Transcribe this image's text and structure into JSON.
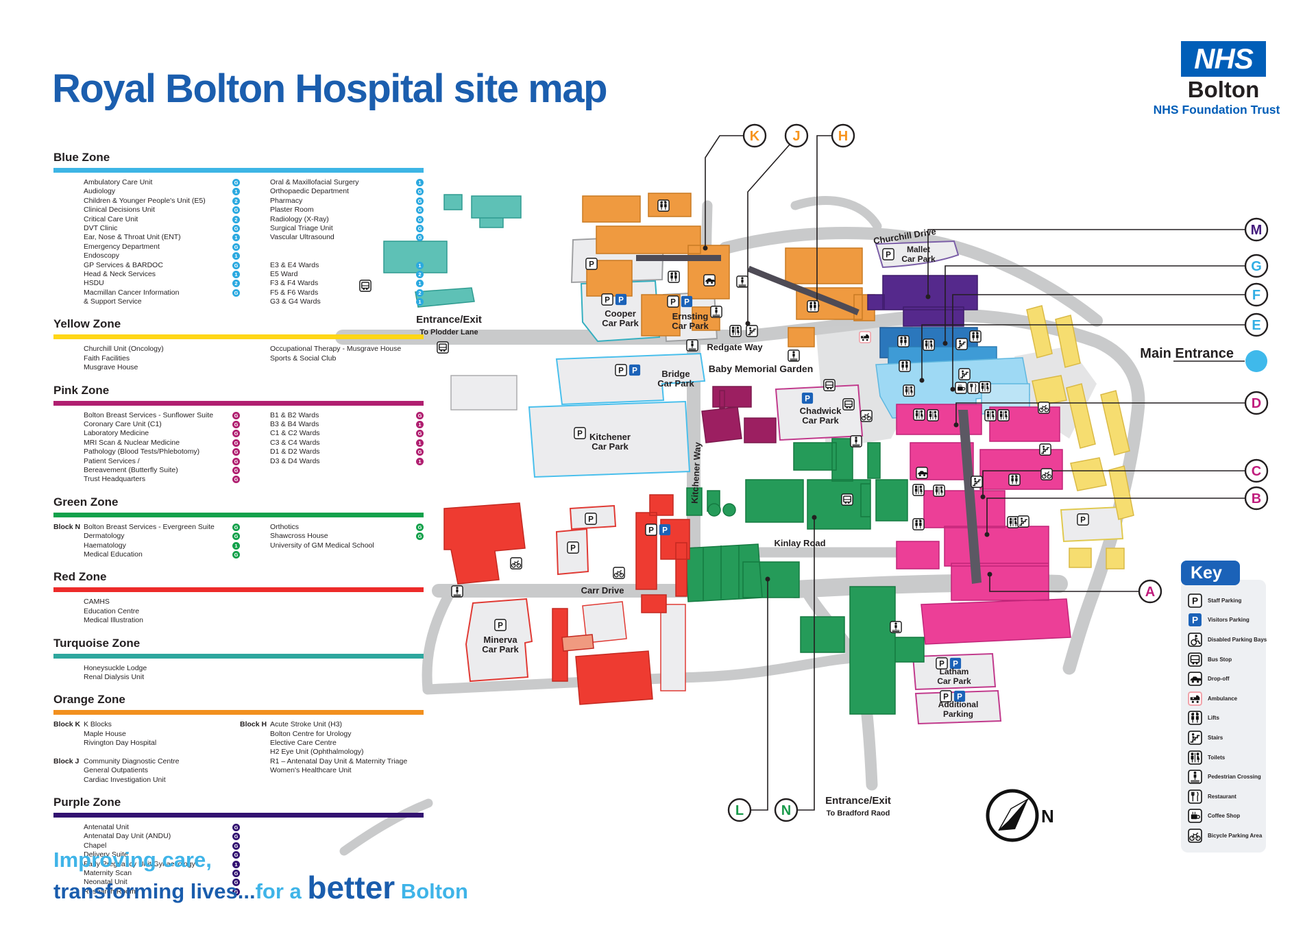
{
  "header": {
    "title": "Royal Bolton Hospital site map"
  },
  "brand": {
    "nhs": "NHS",
    "org": "Bolton",
    "trust": "NHS Foundation Trust"
  },
  "zones": [
    {
      "name": "Blue Zone",
      "color": "#3DB5E5",
      "badge_color": "#2BA9E0",
      "col1": [
        {
          "label": "Ambulatory Care Unit",
          "floor": "G"
        },
        {
          "label": "Audiology",
          "floor": "1"
        },
        {
          "label": "Children & Younger People's Unit (E5)",
          "floor": "2"
        },
        {
          "label": "Clinical Decisions Unit",
          "floor": "G"
        },
        {
          "label": "Critical Care Unit",
          "floor": "2"
        },
        {
          "label": "DVT Clinic",
          "floor": "G"
        },
        {
          "label": "Ear, Nose & Throat Unit (ENT)",
          "floor": "1"
        },
        {
          "label": "Emergency Department",
          "floor": "G"
        },
        {
          "label": "Endoscopy",
          "floor": "1"
        },
        {
          "label": "GP Services & BARDOC",
          "floor": "G"
        },
        {
          "label": "Head & Neck Services",
          "floor": "1"
        },
        {
          "label": "HSDU",
          "floor": "2"
        },
        {
          "label": "Macmillan Cancer Information",
          "floor": "G"
        },
        {
          "label": "& Support Service"
        }
      ],
      "col2": [
        {
          "label": "Oral & Maxillofacial Surgery",
          "floor": "1"
        },
        {
          "label": "Orthopaedic Department",
          "floor": "G"
        },
        {
          "label": "Pharmacy",
          "floor": "G"
        },
        {
          "label": "Plaster Room",
          "floor": "G"
        },
        {
          "label": "Radiology (X-Ray)",
          "floor": "G"
        },
        {
          "label": "Surgical Triage Unit",
          "floor": "G"
        },
        {
          "label": "Vascular Ultrasound",
          "floor": "G"
        },
        {
          "spacer": true
        },
        {
          "spacer": true
        },
        {
          "label": "E3 & E4 Wards",
          "floor": "1"
        },
        {
          "label": "E5 Ward",
          "floor": "2"
        },
        {
          "label": "F3 & F4 Wards",
          "floor": "1"
        },
        {
          "label": "F5 & F6 Wards",
          "floor": "2"
        },
        {
          "label": "G3 & G4 Wards",
          "floor": "1"
        }
      ]
    },
    {
      "name": "Yellow Zone",
      "color": "#FFD616",
      "badge_color": "#C9A900",
      "col1": [
        {
          "label": "Churchill Unit (Oncology)"
        },
        {
          "label": "Faith Facilities"
        },
        {
          "label": "Musgrave House"
        }
      ],
      "col2": [
        {
          "label": "Occupational Therapy - Musgrave House"
        },
        {
          "label": "Sports & Social Club"
        }
      ]
    },
    {
      "name": "Pink Zone",
      "color": "#B01F70",
      "badge_color": "#B01F70",
      "col1": [
        {
          "label": "Bolton Breast Services - Sunflower Suite",
          "floor": "G"
        },
        {
          "label": "Coronary Care Unit (C1)",
          "floor": "G"
        },
        {
          "label": "Laboratory Medicine",
          "floor": "G"
        },
        {
          "label": "MRI Scan & Nuclear Medicine",
          "floor": "G"
        },
        {
          "label": "Pathology (Blood Tests/Phlebotomy)",
          "floor": "G"
        },
        {
          "label": "Patient Services /",
          "floor": "G"
        },
        {
          "label": "Bereavement (Butterfly Suite)",
          "floor": "G"
        },
        {
          "label": "Trust Headquarters",
          "floor": "G"
        }
      ],
      "col2": [
        {
          "label": "B1 & B2 Wards",
          "floor": "G"
        },
        {
          "label": "B3 & B4 Wards",
          "floor": "1"
        },
        {
          "label": "C1 & C2 Wards",
          "floor": "G"
        },
        {
          "label": "C3 & C4 Wards",
          "floor": "1"
        },
        {
          "label": "D1 & D2 Wards",
          "floor": "G"
        },
        {
          "label": "D3 & D4 Wards",
          "floor": "1"
        }
      ]
    },
    {
      "name": "Green Zone",
      "color": "#12A14B",
      "badge_color": "#12A14B",
      "col1": [
        {
          "block": "Block N",
          "label": "Bolton Breast Services - Evergreen Suite",
          "floor": "G"
        },
        {
          "label": "Dermatology",
          "floor": "G"
        },
        {
          "label": "Haematology",
          "floor": "1"
        },
        {
          "label": "Medical Education",
          "floor": "G"
        }
      ],
      "col2": [
        {
          "label": "Orthotics",
          "floor": "G"
        },
        {
          "label": "Shawcross House",
          "floor": "G"
        },
        {
          "label": "University of GM Medical School"
        }
      ]
    },
    {
      "name": "Red Zone",
      "color": "#ED2B2A",
      "badge_color": "#ED2B2A",
      "col1": [
        {
          "label": "CAMHS"
        },
        {
          "label": "Education Centre"
        },
        {
          "label": "Medical Illustration"
        }
      ],
      "col2": []
    },
    {
      "name": "Turquoise Zone",
      "color": "#2EA79E",
      "badge_color": "#2EA79E",
      "col1": [
        {
          "label": "Honeysuckle Lodge"
        },
        {
          "label": "Renal Dialysis Unit"
        }
      ],
      "col2": []
    },
    {
      "name": "Orange Zone",
      "color": "#F2901E",
      "badge_color": "#F2901E",
      "col1": [
        {
          "block": "Block K",
          "label": "K Blocks"
        },
        {
          "label": "Maple House"
        },
        {
          "label": "Rivington Day Hospital"
        },
        {
          "spacer": true
        },
        {
          "block": "Block J",
          "label": "Community Diagnostic Centre"
        },
        {
          "label": "General Outpatients"
        },
        {
          "label": "Cardiac Investigation Unit"
        }
      ],
      "col2": [
        {
          "block": "Block H",
          "label": "Acute Stroke Unit (H3)"
        },
        {
          "label": "Bolton Centre for Urology"
        },
        {
          "label": "Elective Care Centre"
        },
        {
          "label": "H2 Eye Unit (Ophthalmology)"
        },
        {
          "label": "R1 – Antenatal Day Unit & Maternity Triage"
        },
        {
          "label": "Women's Healthcare Unit"
        }
      ]
    },
    {
      "name": "Purple Zone",
      "color": "#321170",
      "badge_color": "#321170",
      "col1": [
        {
          "label": "Antenatal Unit",
          "floor": "G"
        },
        {
          "label": "Antenatal Day Unit (ANDU)",
          "floor": "G"
        },
        {
          "label": "Chapel",
          "floor": "G"
        },
        {
          "label": "Delivery Suite",
          "floor": "G"
        },
        {
          "label": "Early Pregnancy Unit/Gynaecology",
          "floor": "1"
        },
        {
          "label": "Maternity Scan",
          "floor": "G"
        },
        {
          "label": "Neonatal Unit",
          "floor": "G"
        },
        {
          "label": "Research Room",
          "floor": "G"
        }
      ],
      "col2": []
    }
  ],
  "map": {
    "p": "P",
    "labels": {
      "cooper": [
        "Cooper",
        "Car Park"
      ],
      "ernsting": [
        "Ernsting",
        "Car Park"
      ],
      "mallet": [
        "Mallet",
        "Car Park"
      ],
      "bridge": [
        "Bridge",
        "Car Park"
      ],
      "kitchener_cp": [
        "Kitchener",
        "Car Park"
      ],
      "chadwick": [
        "Chadwick",
        "Car Park"
      ],
      "minerva": [
        "Minerva",
        "Car Park"
      ],
      "latham": [
        "Latham",
        "Car Park"
      ],
      "additional": [
        "Additional",
        "Parking"
      ],
      "churchill_drive": "Churchill Drive",
      "redgate_way": "Redgate Way",
      "kitchener_way": "Kitchener Way",
      "carr_drive": "Carr Drive",
      "kinlay_road": "Kinlay Road",
      "garden": "Baby Memorial Garden",
      "plodder_title": "Entrance/Exit",
      "plodder_sub": "To Plodder Lane",
      "bradford_title": "Entrance/Exit",
      "bradford_sub": "To Bradford Raod",
      "main_entrance": "Main Entrance"
    },
    "markers": [
      {
        "letter": "K",
        "color": "#F7941D"
      },
      {
        "letter": "J",
        "color": "#F7941D"
      },
      {
        "letter": "H",
        "color": "#F7941D"
      },
      {
        "letter": "M",
        "color": "#42197B"
      },
      {
        "letter": "G",
        "color": "#31AEE4"
      },
      {
        "letter": "F",
        "color": "#31AEE4"
      },
      {
        "letter": "E",
        "color": "#31AEE4"
      },
      {
        "letter": "D",
        "color": "#C01C7D"
      },
      {
        "letter": "C",
        "color": "#C01C7D"
      },
      {
        "letter": "B",
        "color": "#C01C7D"
      },
      {
        "letter": "A",
        "color": "#C01C7D"
      },
      {
        "letter": "L",
        "color": "#189A4A"
      },
      {
        "letter": "N",
        "color": "#189A4A"
      }
    ],
    "main_entrance_color": "#3FB9EB",
    "compass_n": "N"
  },
  "key": {
    "title": "Key",
    "items": [
      {
        "icon": "staff-parking-icon",
        "kind": "pstaff",
        "label": "Staff Parking"
      },
      {
        "icon": "visitors-parking-icon",
        "kind": "pvis",
        "label": "Visitors Parking"
      },
      {
        "icon": "disabled-parking-icon",
        "kind": "disabled",
        "label": "Disabled Parking Bays"
      },
      {
        "icon": "bus-stop-icon",
        "kind": "bus",
        "label": "Bus Stop"
      },
      {
        "icon": "drop-off-icon",
        "kind": "drop",
        "label": "Drop-off"
      },
      {
        "icon": "ambulance-icon",
        "kind": "amb",
        "label": "Ambulance"
      },
      {
        "icon": "lifts-icon",
        "kind": "lifts",
        "label": "Lifts"
      },
      {
        "icon": "stairs-icon",
        "kind": "stairs",
        "label": "Stairs"
      },
      {
        "icon": "toilets-icon",
        "kind": "toilets",
        "label": "Toilets"
      },
      {
        "icon": "pedestrian-crossing-icon",
        "kind": "ped",
        "label": "Pedestrian Crossing"
      },
      {
        "icon": "restaurant-icon",
        "kind": "rest",
        "label": "Restaurant"
      },
      {
        "icon": "coffee-shop-icon",
        "kind": "coffee",
        "label": "Coffee Shop"
      },
      {
        "icon": "bicycle-parking-icon",
        "kind": "bike",
        "label": "Bicycle Parking Area"
      }
    ]
  },
  "tagline": {
    "l1": "Improving care,",
    "l2a": "transforming lives...",
    "l2b": "for a ",
    "l2c": "better",
    "l2d": " Bolton"
  }
}
